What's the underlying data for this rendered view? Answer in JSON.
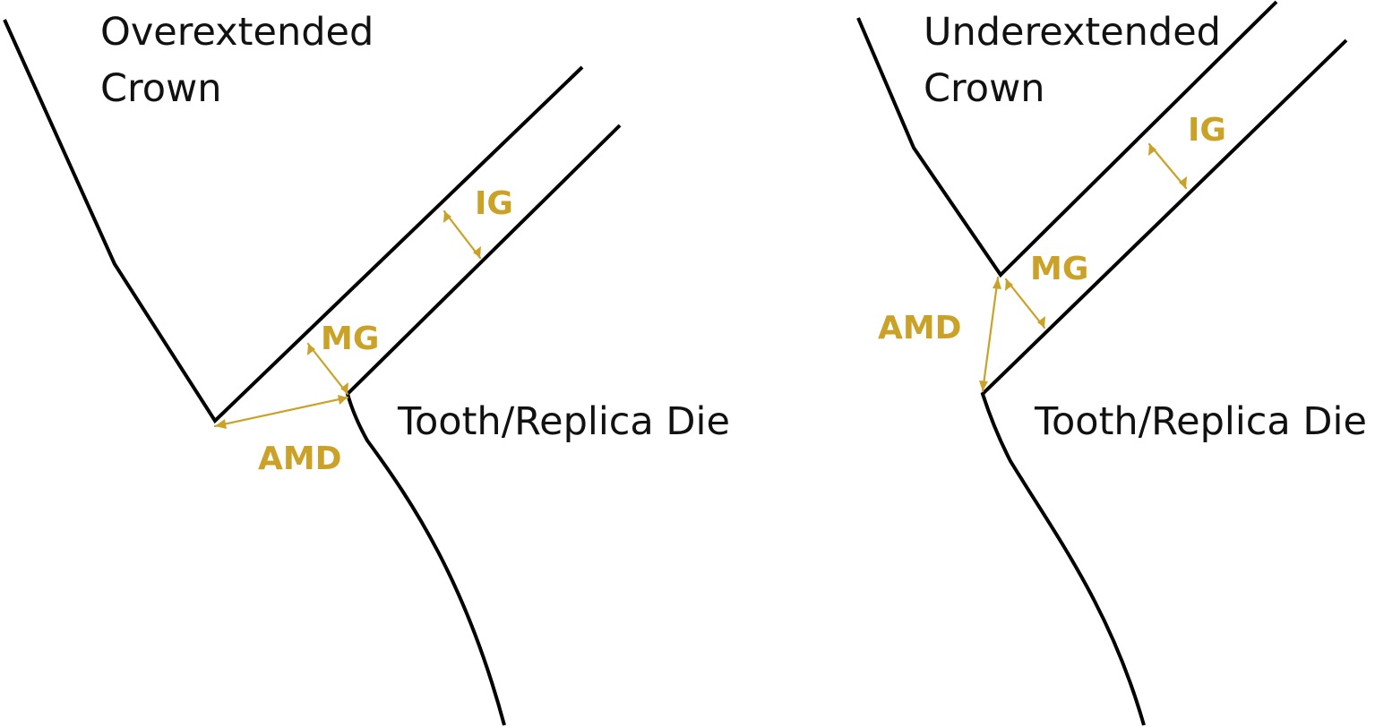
{
  "colors": {
    "outline": "#000000",
    "measurement": "#c9a227",
    "text": "#111111"
  },
  "left_panel": {
    "title_line1": "Overextended",
    "title_line2": "Crown",
    "die_label": "Tooth/Replica Die",
    "ig_label": "IG",
    "mg_label": "MG",
    "amd_label": "AMD"
  },
  "right_panel": {
    "title_line1": "Underextended",
    "title_line2": "Crown",
    "die_label": "Tooth/Replica Die",
    "ig_label": "IG",
    "mg_label": "MG",
    "amd_label": "AMD"
  }
}
